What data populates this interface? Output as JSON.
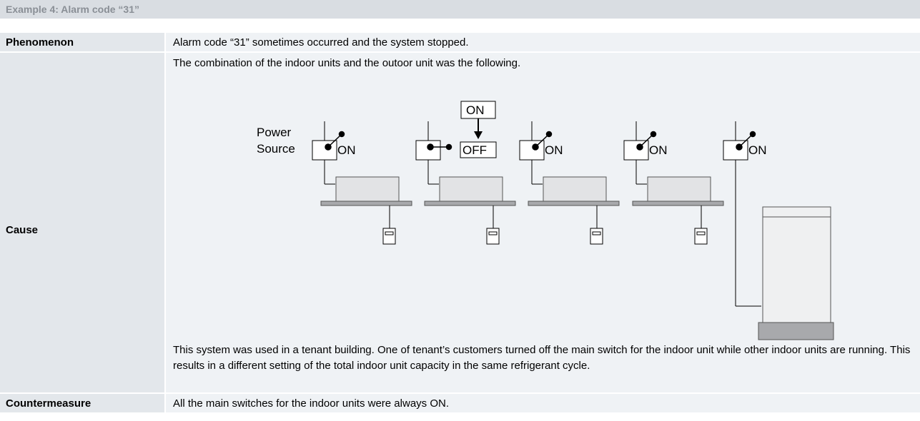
{
  "title": "Example 4: Alarm code “31”",
  "rows": {
    "phenomenon": {
      "label": "Phenomenon",
      "text": "Alarm code “31” sometimes occurred and the system stopped."
    },
    "cause": {
      "label": "Cause",
      "intro": "The combination of the indoor units and the outoor unit was the following.",
      "explanation": " This system was used in a tenant building. One of tenant’s customers turned off the main switch for the indoor unit while other indoor units are running. This results in a different setting of the total indoor unit capacity in the same refrigerant cycle."
    },
    "countermeasure": {
      "label": "Countermeasure",
      "text": "All the main switches for the indoor units were always ON."
    }
  },
  "diagram": {
    "power_source_line1": "Power",
    "power_source_line2": "Source",
    "switch_states": [
      "ON",
      "OFF",
      "ON",
      "ON",
      "ON"
    ],
    "before_state": "ON"
  },
  "colors": {
    "title_bg": "#d9dde2",
    "label_bg": "#e3e7eb",
    "content_bg": "#eff2f5",
    "title_text": "#8a8f96",
    "unit_fill": "#e2e3e5",
    "panel_fill": "#a8a9ac",
    "outdoor_base": "#a8a9ac"
  }
}
